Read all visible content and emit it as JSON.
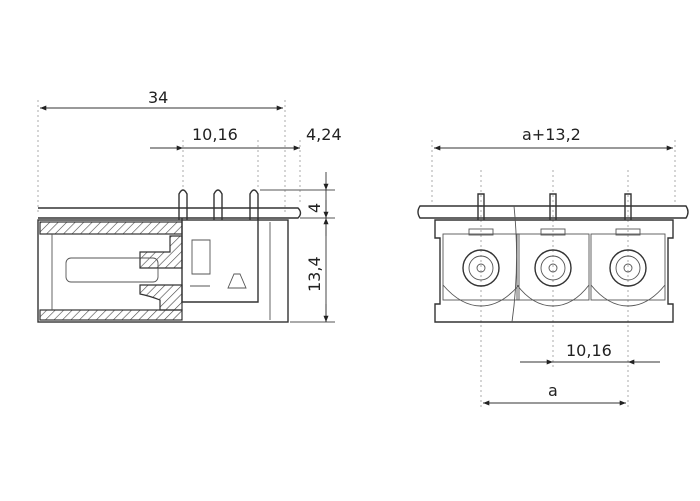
{
  "side_view": {
    "dim_total_length": "34",
    "dim_pitch": "10,16",
    "dim_offset": "4,24",
    "dim_pin_height": "4",
    "dim_body_height": "13,4"
  },
  "front_view": {
    "dim_total_width": "a+13,2",
    "dim_pitch": "10,16",
    "dim_span": "a"
  }
}
